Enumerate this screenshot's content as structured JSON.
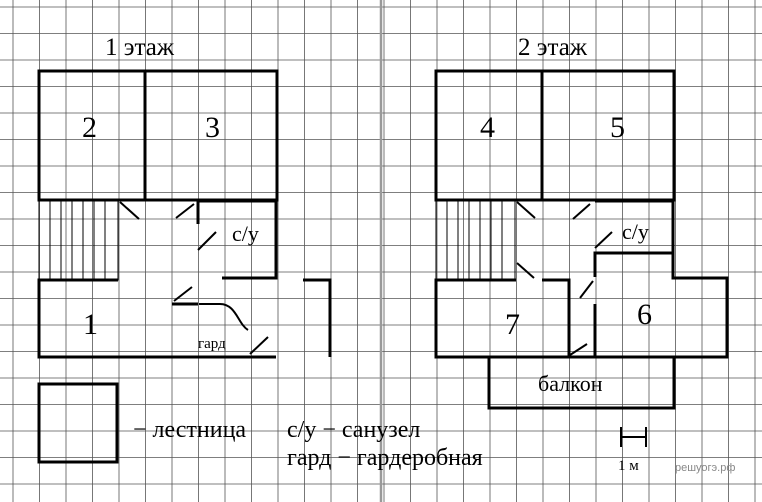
{
  "floor1": {
    "title": "1 этаж",
    "rooms": [
      "1",
      "2",
      "3"
    ],
    "bathroom": "с/у",
    "wardrobe": "гард"
  },
  "floor2": {
    "title": "2 этаж",
    "rooms": [
      "4",
      "5",
      "6",
      "7"
    ],
    "bathroom": "с/у",
    "balcony": "балкон"
  },
  "legend": {
    "stairs": "− лестница",
    "bathroom": "с/у − санузел",
    "wardrobe": "гард − гардеробная"
  },
  "scale": "1 м",
  "watermark": "решуогэ.рф",
  "colors": {
    "line": "#000000",
    "grid": "#555555",
    "divider": "#999999",
    "background": "#ffffff"
  }
}
